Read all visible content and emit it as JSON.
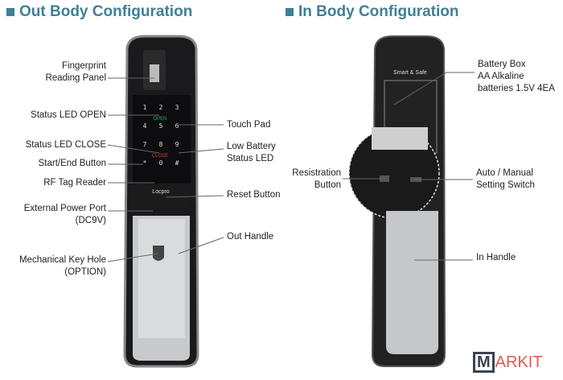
{
  "titles": {
    "out": "Out Body Configuration",
    "in": "In Body Configuration"
  },
  "out_labels": {
    "fingerprint": [
      "Fingerprint",
      "Reading Panel"
    ],
    "led_open": "Status LED OPEN",
    "touch_pad": "Touch Pad",
    "led_close": "Status LED CLOSE",
    "low_battery": [
      "Low Battery",
      "Status LED"
    ],
    "start_end": "Start/End Button",
    "rf_tag": "RF Tag Reader",
    "reset": "Reset Button",
    "power_port": [
      "External Power Port",
      "(DC9V)"
    ],
    "out_handle": "Out Handle",
    "key_hole": [
      "Mechanical Key Hole",
      "(OPTION)"
    ]
  },
  "in_labels": {
    "battery": [
      "Battery Box",
      "AA Alkaline",
      "batteries 1.5V 4EA"
    ],
    "registration": [
      "Resistration",
      "Button"
    ],
    "auto_manual": [
      "Auto / Manual",
      "Setting Switch"
    ],
    "in_handle": "In Handle"
  },
  "keypad": {
    "keys": [
      "1",
      "2",
      "3",
      "4",
      "5",
      "6",
      "7",
      "8",
      "9",
      "*",
      "0",
      "#"
    ],
    "open": "OPEN",
    "close": "CLOSE",
    "brand": "Locpro"
  },
  "in_body": {
    "brand": "Smart & Safe"
  },
  "logo": {
    "box": "M",
    "text": "ARKIT"
  }
}
